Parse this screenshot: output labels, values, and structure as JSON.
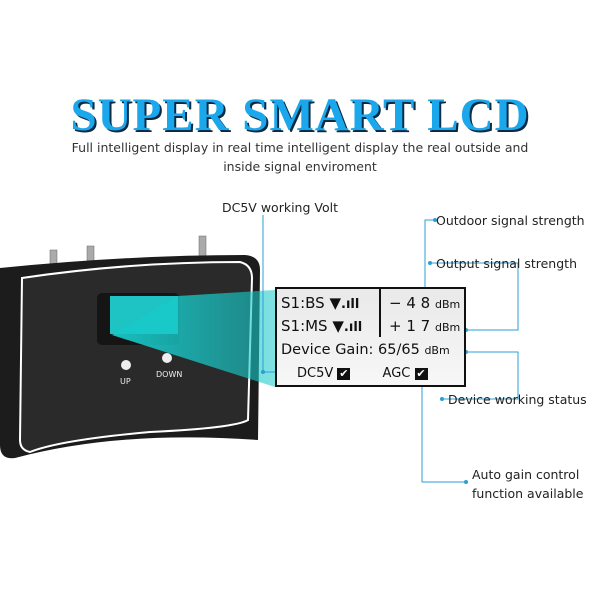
{
  "title": "SUPER SMART LCD",
  "subtitle_lines": [
    "Full intelligent display in real time intelligent display the real outside and",
    "inside signal enviroment"
  ],
  "device": {
    "up_label": "UP",
    "down_label": "DOWN"
  },
  "lcd": {
    "row1": {
      "label": "S1:BS",
      "value": "− 4 8",
      "unit": "dBm"
    },
    "row2": {
      "label": "S1:MS",
      "value": "+ 1 7",
      "unit": "dBm"
    },
    "row3": {
      "label": "Device Gain:",
      "value": "65/65",
      "unit": "dBm"
    },
    "row4": {
      "dc_label": "DC5V",
      "agc_label": "AGC",
      "check": "✔"
    }
  },
  "callouts": {
    "dc5v": "DC5V working Volt",
    "outdoor": "Outdoor signal strength",
    "output": "Output signal strength",
    "status": "Device working status",
    "agc_line1": "Auto gain control",
    "agc_line2": "function available"
  },
  "colors": {
    "accent": "#1aa7ec",
    "line": "#2a9fd8",
    "beam": "#1fd0d0"
  }
}
